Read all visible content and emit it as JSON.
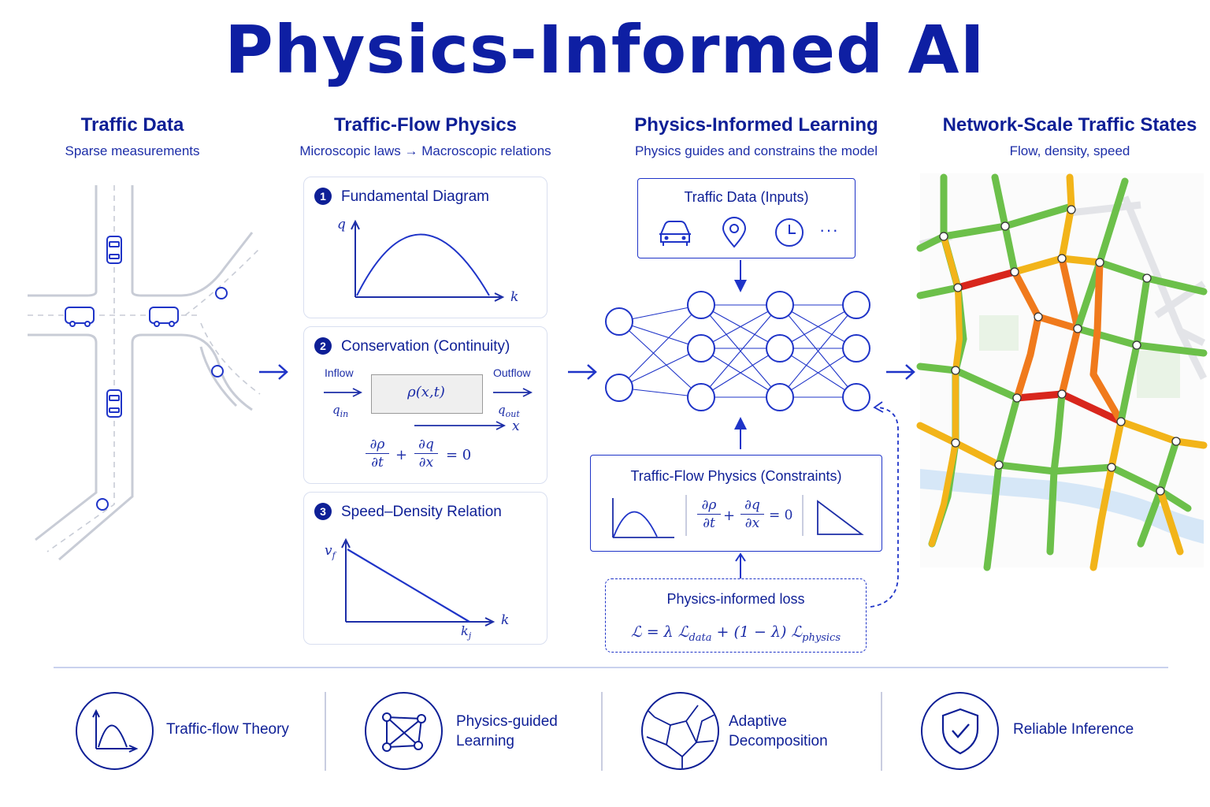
{
  "title": "Physics-Informed AI",
  "columns": [
    {
      "title": "Traffic Data",
      "subtitle": "Sparse measurements"
    },
    {
      "title": "Traffic-Flow Physics",
      "subtitle": "Microscopic laws → Macroscopic relations"
    },
    {
      "title": "Physics-Informed Learning",
      "subtitle": "Physics guides and constrains the model"
    },
    {
      "title": "Network-Scale Traffic States",
      "subtitle": "Flow, density, speed"
    }
  ],
  "physics_panels": [
    {
      "number": "1",
      "title": "Fundamental Diagram",
      "y_axis": "q",
      "x_axis": "k"
    },
    {
      "number": "2",
      "title": "Conservation (Continuity)",
      "inflow": "Inflow",
      "outflow": "Outflow",
      "q_in": "q",
      "q_in_sub": "in",
      "q_out": "q",
      "q_out_sub": "out",
      "density": "ρ(x,t)",
      "x_axis": "x",
      "eq_t_num": "∂ρ",
      "eq_t_den": "∂t",
      "eq_plus": "+",
      "eq_x_num": "∂q",
      "eq_x_den": "∂x",
      "eq_rhs": "= 0"
    },
    {
      "number": "3",
      "title": "Speed–Density Relation",
      "y_label": "v",
      "y_label_sub": "f",
      "x_axis": "k",
      "x_end": "k",
      "x_end_sub": "j"
    }
  ],
  "learning": {
    "inputs_title": "Traffic Data",
    "inputs_paren": "(Inputs)",
    "inputs_icons": [
      "car-icon",
      "location-pin-icon",
      "clock-icon",
      "ellipsis-icon"
    ],
    "inputs_ellipsis": "···",
    "constraints_title": "Traffic-Flow Physics",
    "constraints_paren": "(Constraints)",
    "constraint_eq_t_num": "∂ρ",
    "constraint_eq_t_den": "∂t",
    "constraint_eq_plus": "+",
    "constraint_eq_x_num": "∂q",
    "constraint_eq_x_den": "∂x",
    "constraint_eq_rhs": "= 0",
    "loss_title": "Physics-informed loss",
    "loss_lhs": "ℒ = λ ℒ",
    "loss_data_sub": "data",
    "loss_mid": " + (1 − λ) ℒ",
    "loss_physics_sub": "physics"
  },
  "features": [
    {
      "label": "Traffic-flow Theory",
      "icon": "fundamental-diagram-icon"
    },
    {
      "label": "Physics-guided Learning",
      "icon": "graph-network-icon"
    },
    {
      "label": "Adaptive Decomposition",
      "icon": "domain-decomposition-icon"
    },
    {
      "label": "Reliable Inference",
      "icon": "shield-check-icon"
    }
  ],
  "colors": {
    "primary": "#0e1f96",
    "accent": "#1f34c8",
    "green": "#6cc04a",
    "yellow": "#f2b419",
    "orange": "#f07a1c",
    "red": "#d8261c"
  }
}
